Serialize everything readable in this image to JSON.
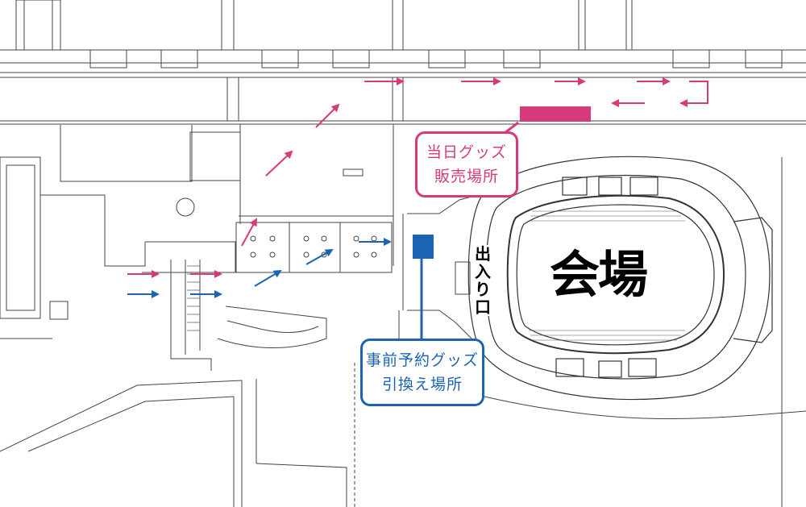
{
  "map": {
    "venue_label": "会場",
    "entrance_chars": [
      "出",
      "入",
      "り",
      "口"
    ],
    "same_day_sales": {
      "line1": "当日グッズ",
      "line2": "販売場所"
    },
    "preorder_pickup": {
      "line1": "事前予約グッズ",
      "line2": "引換え場所"
    }
  },
  "colors": {
    "sales_pink": "#d63a7a",
    "pickup_blue": "#1a64b3",
    "line_gray": "#444444"
  },
  "icons": {
    "pink_arrow": "arrow-right-icon",
    "blue_arrow": "arrow-right-icon",
    "sales_marker": "rect-marker-icon",
    "pickup_marker": "rect-marker-icon"
  }
}
